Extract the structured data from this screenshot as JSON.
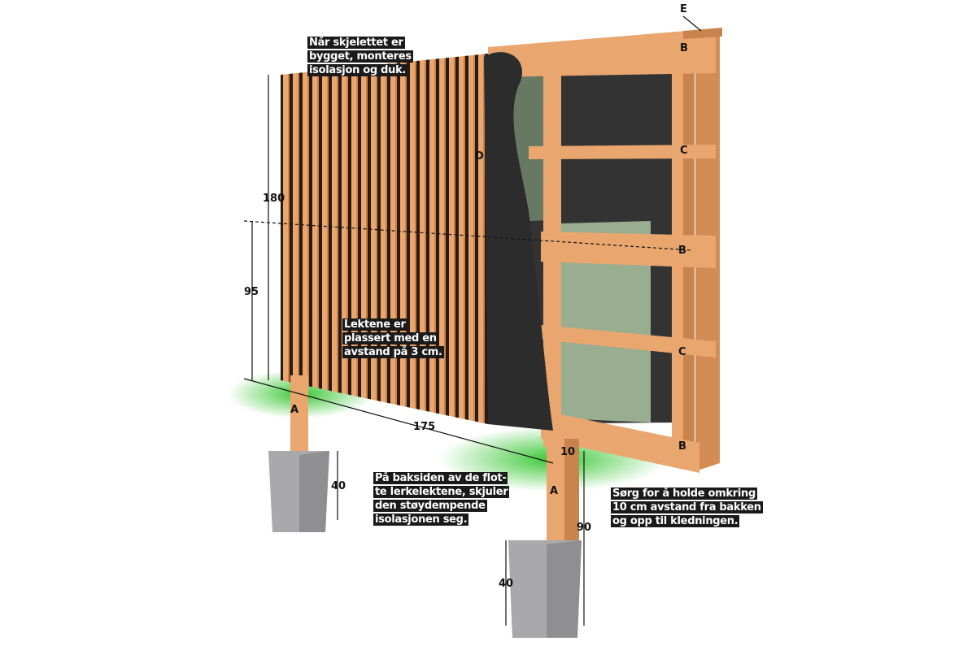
{
  "captions": {
    "top": [
      "Når skjelettet er",
      "bygget, monteres",
      "isolasjon og duk."
    ],
    "middle": [
      "Lektene er",
      "plassert med en",
      "avstand på 3 cm."
    ],
    "bottom_left": [
      "På baksiden av de flot-",
      "te lerkelektene, skjuler",
      "den støydempende",
      "isolasjonen seg."
    ],
    "bottom_right": [
      "Sørg for å holde omkring",
      "10 cm avstand fra bakken",
      "og opp til kledningen."
    ]
  },
  "part_labels": {
    "E": "E",
    "B_top": "B",
    "C_top": "C",
    "D": "D",
    "B_mid": "B",
    "C_bottom": "C",
    "B_bottom": "B",
    "A_left": "A",
    "A_right": "A"
  },
  "dimensions": {
    "height_total": "180",
    "height_mid": "95",
    "width": "175",
    "ground_gap": "10",
    "foundation_left": "40",
    "post_right": "90",
    "foundation_right": "40"
  },
  "colors": {
    "wood": "#e9a66f",
    "wood_dark": "#c9844e",
    "membrane": "#3a3a3a",
    "insulation": "#9fb596",
    "concrete": "#a9a9ab",
    "grass": "#3fcf3a"
  }
}
